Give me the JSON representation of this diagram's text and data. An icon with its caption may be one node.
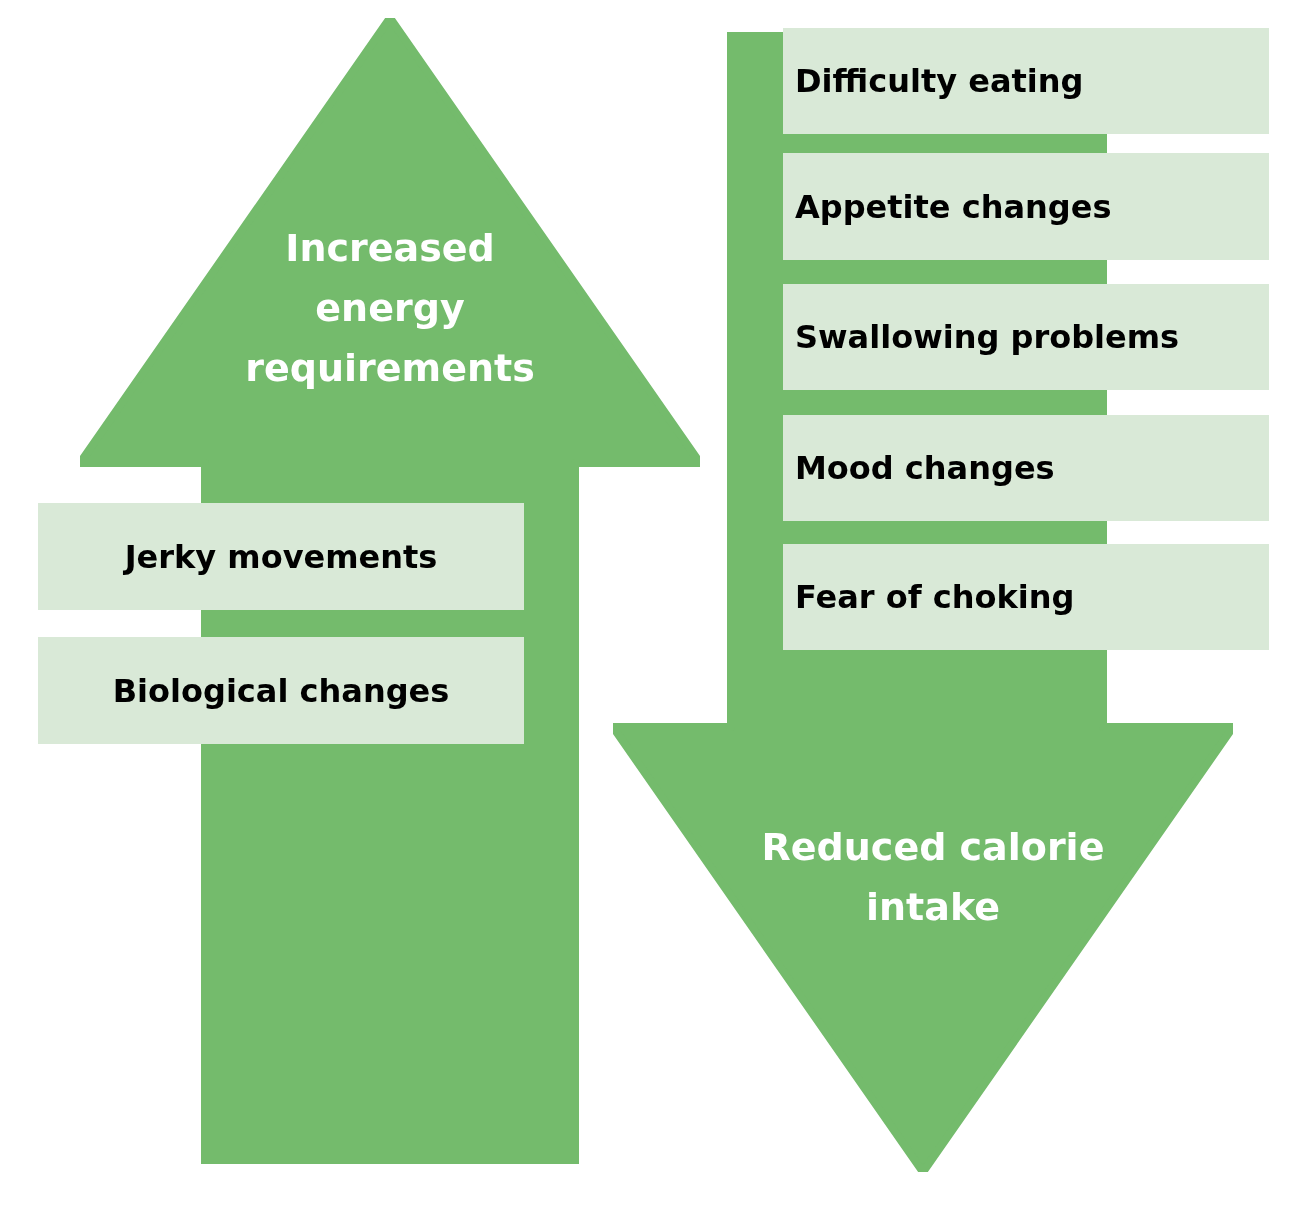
{
  "diagram": {
    "nodes": [
      {
        "text": [
          "Increased energy requirements"
        ]
      },
      {
        "text": [
          "Jerky movements"
        ]
      },
      {
        "text": [
          "Biological changes"
        ]
      },
      {
        "text": [
          "Difficulty eating"
        ]
      },
      {
        "text": [
          "Appetite changes"
        ]
      },
      {
        "text": [
          "Swallowing problems"
        ]
      },
      {
        "text": [
          "Mood changes"
        ]
      },
      {
        "text": [
          "Fear of choking"
        ]
      },
      {
        "text": [
          "Reduced calorie intake"
        ]
      }
    ]
  }
}
